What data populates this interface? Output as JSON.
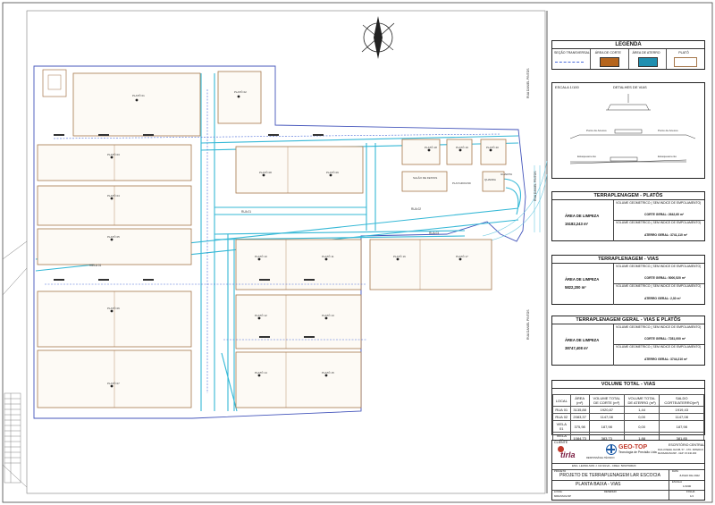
{
  "plan": {
    "plot_labels": [
      "PLATÔ 01",
      "PLATÔ 02",
      "PLATÔ 03",
      "PLATÔ 04",
      "PLATÔ 05",
      "PLATÔ 06",
      "PLATÔ 07",
      "PLATÔ 08",
      "PLATÔ 09",
      "PLATÔ 10",
      "PLATÔ 11",
      "PLATÔ 12",
      "PLATÔ 13",
      "PLATÔ 14",
      "PLATÔ 15",
      "PLATÔ 16",
      "PLATÔ 17",
      "PLATÔ 18",
      "PLATÔ 19",
      "PLATÔ 20"
    ],
    "street_labels": [
      "VIELA 01",
      "RUA 01",
      "RUA 02",
      "RUA 03"
    ],
    "side_labels": [
      "RUA DANIEL PINTOS",
      "RUA DANIEL PINTOS",
      "RUA DANIEL PINTOS"
    ],
    "other_labels": [
      "SALÃO DE FESTAS",
      "PLAYGROUND",
      "QUADRA",
      "GUARITA"
    ]
  },
  "legend": {
    "title": "LEGENDA",
    "items": [
      "SEÇÃO TRANSVERSAL",
      "ÁREA DE CORTE",
      "ÁREA DE ATERRO",
      "PLATÔ"
    ],
    "colors": {
      "section": "#4a6bd8",
      "cut": "#b5651d",
      "fill": "#1f8fb0"
    }
  },
  "details": {
    "scale": "ESCALA 1/100",
    "title": "DETALHES DE VIAS",
    "labels": [
      "Ponto de Acesso",
      "Estaqueamento",
      "Ponto de Acesso",
      "Estaqueamento"
    ]
  },
  "platos": {
    "title": "TERRAPLENAGEM - PLATÔS",
    "area_label": "ÁREA DE LIMPEZA",
    "area_value": "15182,243 m²",
    "vol1": "VOLUME GEOMETRICO ( SEM INDICE DE EMPOLAMENTO)",
    "corte": "CORTE GERAL: 2642,60 m³",
    "vol2": "VOLUME GEOMETRICO ( SEM INDICE DE EMPOLAMENTO)",
    "aterro": "ATERRO GERAL: 3741,110 m³"
  },
  "vias": {
    "title": "TERRAPLENAGEM - VIAS",
    "area_label": "ÁREA DE LIMPEZA",
    "area_value": "5822,200 m²",
    "vol1": "VOLUME GEOMETRICO ( SEM INDICE DE EMPOLAMENTO)",
    "corte": "CORTE GERAL: 5000,520 m³",
    "vol2": "VOLUME GEOMETRICO ( SEM INDICE DE EMPOLAMENTO)",
    "aterro": "ATERRO GERAL: 2,30 m³"
  },
  "geral": {
    "title": "TERRAPLENAGEM GERAL - VIAS E PLATÔS",
    "area_label": "ÁREA DE LIMPEZA",
    "area_value": "38747,408 m²",
    "vol1": "VOLUME GEOMETRICO ( SEM INDICE DE EMPOLAMENTO)",
    "corte": "CORTE GERAL: 7281,000 m³",
    "vol2": "VOLUME GEOMETRICO ( SEM INDICE DE EMPOLAMENTO)",
    "aterro": "ATERRO GERAL: 3744,210 m³"
  },
  "volume_table": {
    "title": "VOLUME TOTAL - VIAS",
    "headers": [
      "LOCAL",
      "ÁREA (m²)",
      "VOLUME TOTAL DE CORTE (m³)",
      "VOLUME TOTAL DE ATERRO (m³)",
      "SALDO CORTE/ATERRO(m³)"
    ],
    "rows": [
      [
        "RUA 01",
        "3135,88",
        "1920,87",
        "1,44",
        "1919,43"
      ],
      [
        "RUA 02",
        "2083,37",
        "1147,08",
        "0,00",
        "1147,08"
      ],
      [
        "VIELA 01",
        "375,98",
        "187,98",
        "0,00",
        "187,98"
      ],
      [
        "VIELA 02",
        "1084,73",
        "383,73",
        "1,88",
        "381,85"
      ]
    ]
  },
  "title_block": {
    "client_label": "CLIENTE",
    "client_logo": "tirla",
    "company": "GEO-TOP",
    "company_sub": "Tecnologia de Precisão Ltda",
    "office_title": "ESCRITÓRIO CENTRAL",
    "office_lines": [
      "RUA JOSEFA JACOB, 57 - CTO. PATERCO",
      "MANSARAIVA/SP - CEP: 15.340-000"
    ],
    "responsible": "RESPONSÁVEL TÉCNICO",
    "engineer": "ENG. LEONILSON J. DA SILVA - CREA: 5063790620",
    "project_label": "PROJETO",
    "project": "PROJETO DE TERRAPLENAGEM LAR ESCOCIA",
    "sheet_title": "PLANTA BAIXA - VIAS",
    "date_label": "DATA",
    "date": "JUNHO DE 2022",
    "scale_label": "ESCALA",
    "scale": "1/1000",
    "location_label": "LOCAL",
    "location": "MIRASSOL/SP",
    "drawn_label": "DESENHO",
    "sheet_label": "FOLHA",
    "sheet": "1/4"
  }
}
